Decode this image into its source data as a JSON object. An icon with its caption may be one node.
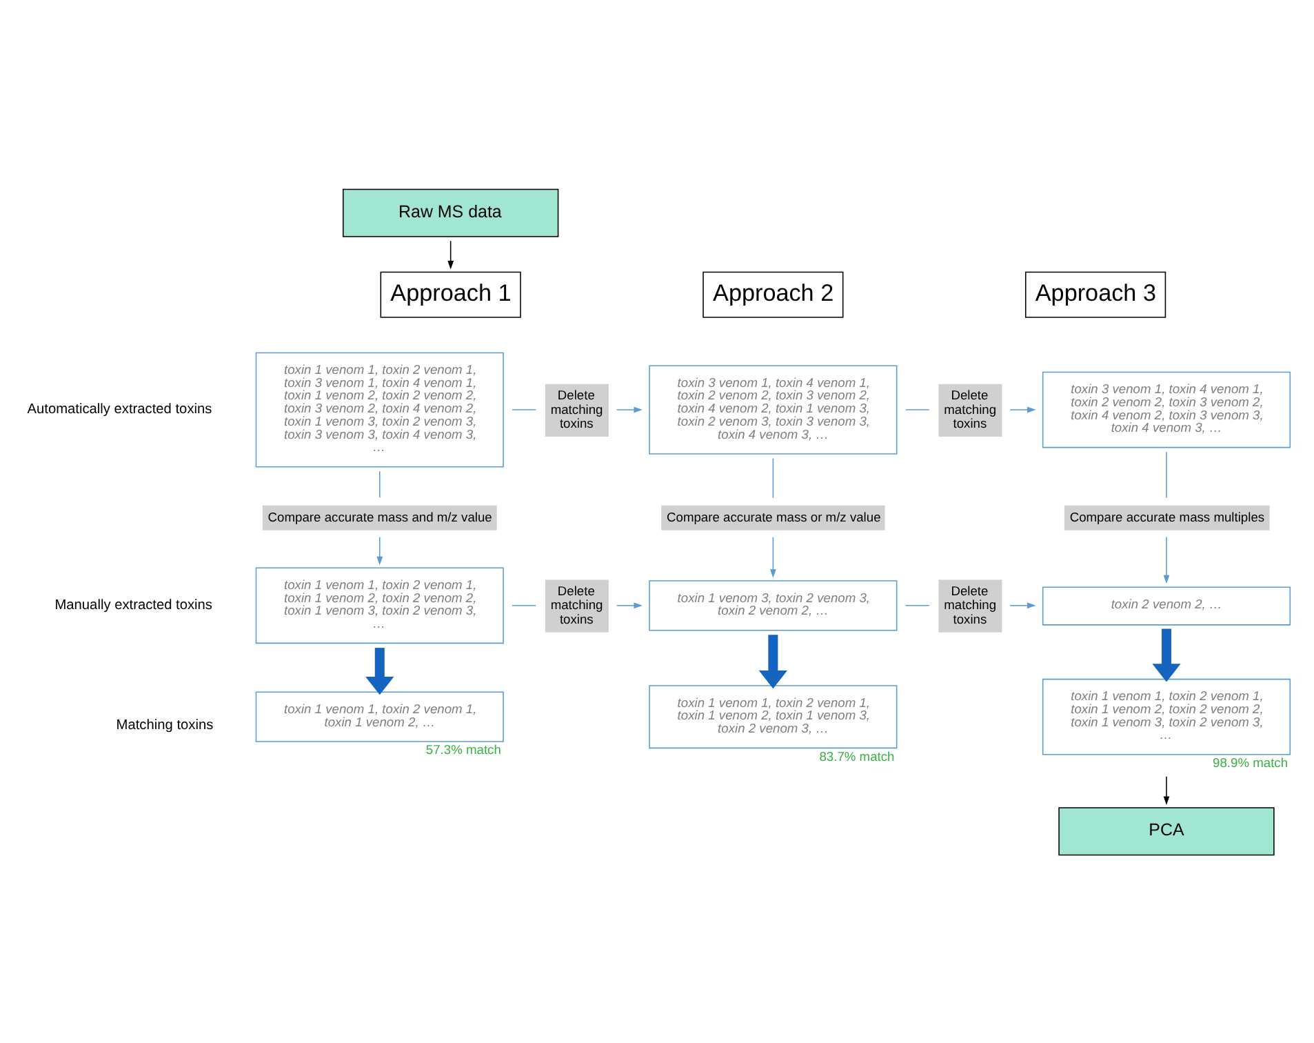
{
  "diagram": {
    "nodes": [
      {
        "text": [
          "Raw MS data"
        ]
      },
      {
        "text": [
          "Approach 1"
        ]
      },
      {
        "text": [
          "Approach 2"
        ]
      },
      {
        "text": [
          "Approach 3"
        ]
      },
      {
        "text": [
          "toxin 1 venom 1, toxin 2 venom 1, toxin 3 venom 1, toxin 4 venom 1, toxin 1 venom 2, toxin 2 venom 2, toxin 3 venom 2, toxin 4 venom 2, toxin 1 venom 3, toxin 2 venom 3, toxin 3 venom 3, toxin 4 venom 3, …"
        ]
      },
      {
        "text": [
          "Delete matching toxins"
        ]
      },
      {
        "text": [
          "toxin 3 venom 1, toxin 4 venom 1, toxin 2 venom 2, toxin 3 venom 2, toxin 4 venom 2, toxin 1 venom 3, toxin 2 venom 3, toxin 3 venom 3, toxin 4 venom 3, …"
        ]
      },
      {
        "text": [
          "Delete matching toxins"
        ]
      },
      {
        "text": [
          "toxin 3 venom 1, toxin 4 venom 1, toxin 2 venom 2, toxin 3 venom 2, toxin 4 venom 2, toxin 3 venom 3, toxin 4 venom 3, …"
        ]
      },
      {
        "text": [
          "Compare accurate mass and m/z value"
        ]
      },
      {
        "text": [
          "Compare accurate mass or m/z value"
        ]
      },
      {
        "text": [
          "Compare accurate mass multiples"
        ]
      },
      {
        "text": [
          "toxin 1 venom 1, toxin 2 venom 1, toxin 1 venom 2, toxin 2 venom 2, toxin 1 venom 3, toxin 2 venom 3, …"
        ]
      },
      {
        "text": [
          "Delete matching toxins"
        ]
      },
      {
        "text": [
          "toxin 1 venom 3, toxin 2 venom 3, toxin 2 venom 2, …"
        ]
      },
      {
        "text": [
          "Delete matching toxins"
        ]
      },
      {
        "text": [
          "toxin 2 venom 2, …"
        ]
      },
      {
        "text": [
          "toxin 1 venom 1, toxin 2 venom 1, toxin 1 venom 2, …"
        ],
        "beside": [
          "57.3% match"
        ]
      },
      {
        "text": [
          "toxin 1 venom 1, toxin 2 venom 1, toxin 1 venom 2, toxin 1 venom 3, toxin 2 venom 3, …"
        ],
        "beside": [
          "83.7% match"
        ]
      },
      {
        "text": [
          "toxin 1 venom 1, toxin 2 venom 1, toxin 1 venom 2, toxin 2 venom 2, toxin 1 venom 3, toxin 2 venom 3, …"
        ],
        "beside": [
          "98.9% match"
        ]
      },
      {
        "text": [
          "PCA"
        ]
      }
    ],
    "edges": [
      {
        "from": 0,
        "to": 1,
        "arrow": "to",
        "color": "#000000"
      },
      {
        "from": 4,
        "to": 5,
        "arrow": "none"
      },
      {
        "from": 5,
        "to": 6,
        "arrow": "to"
      },
      {
        "from": 6,
        "to": 7,
        "arrow": "none"
      },
      {
        "from": 7,
        "to": 8,
        "arrow": "to"
      },
      {
        "from": 4,
        "to": 9,
        "arrow": "none"
      },
      {
        "from": 9,
        "to": 12,
        "arrow": "to"
      },
      {
        "from": 6,
        "to": 10,
        "arrow": "none"
      },
      {
        "from": 10,
        "to": 14,
        "arrow": "to"
      },
      {
        "from": 8,
        "to": 11,
        "arrow": "none"
      },
      {
        "from": 11,
        "to": 16,
        "arrow": "to"
      },
      {
        "from": 12,
        "to": 13,
        "arrow": "none"
      },
      {
        "from": 13,
        "to": 14,
        "arrow": "to"
      },
      {
        "from": 14,
        "to": 15,
        "arrow": "none"
      },
      {
        "from": 15,
        "to": 16,
        "arrow": "to"
      },
      {
        "from": 12,
        "to": 17,
        "arrow": "to",
        "style": "thick",
        "color": "#1565c0"
      },
      {
        "from": 14,
        "to": 18,
        "arrow": "to",
        "style": "thick",
        "color": "#1565c0"
      },
      {
        "from": 16,
        "to": 19,
        "arrow": "to",
        "style": "thick",
        "color": "#1565c0"
      },
      {
        "from": 19,
        "to": 20,
        "arrow": "to",
        "color": "#000000"
      }
    ],
    "labels": [
      "Automatically extracted toxins",
      "Manually extracted toxins",
      "Matching toxins"
    ]
  }
}
